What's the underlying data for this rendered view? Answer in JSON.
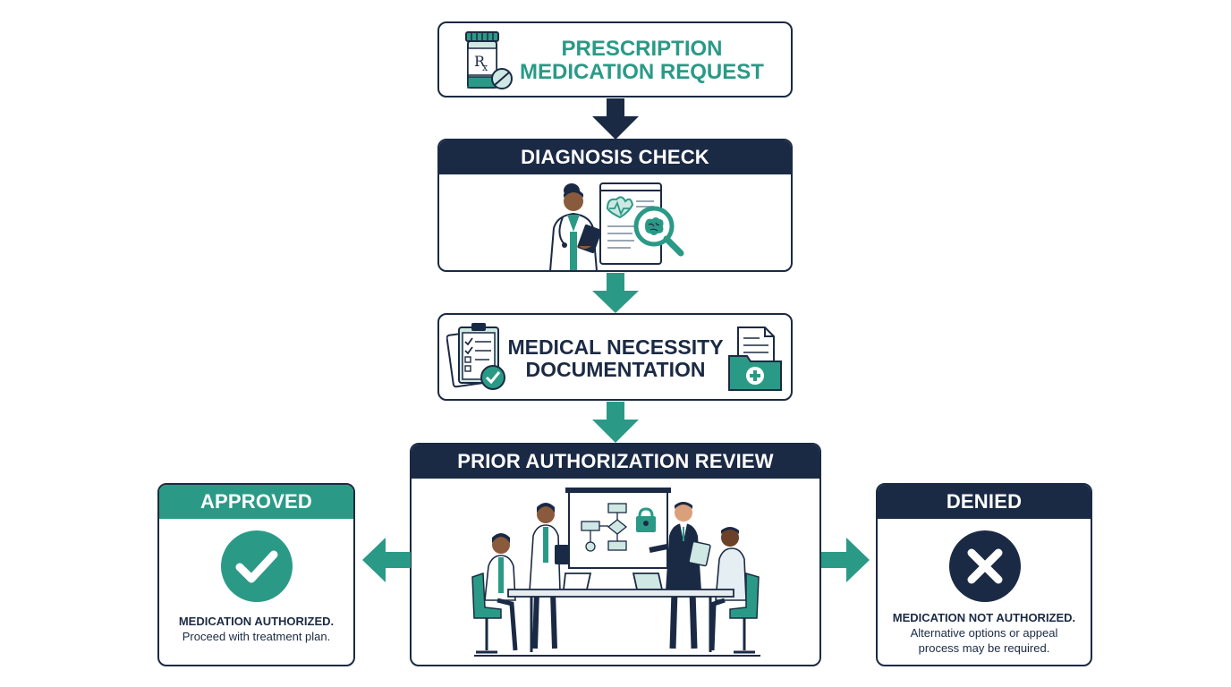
{
  "nodes": {
    "request": {
      "line1": "PRESCRIPTION",
      "line2": "MEDICATION REQUEST"
    },
    "diagnosis": {
      "title": "DIAGNOSIS CHECK"
    },
    "necessity": {
      "line1": "MEDICAL NECESSITY",
      "line2": "DOCUMENTATION"
    },
    "review": {
      "title": "PRIOR AUTHORIZATION REVIEW"
    },
    "approved": {
      "title": "APPROVED",
      "bold": "MEDICATION AUTHORIZED.",
      "text": "Proceed with treatment plan."
    },
    "denied": {
      "title": "DENIED",
      "bold": "MEDICATION NOT AUTHORIZED.",
      "line1": "Alternative options or appeal",
      "line2": "process may be required."
    }
  },
  "icons": [
    "pill-bottle-icon",
    "doctor-tablet-icon",
    "medical-chart-magnifier-icon",
    "clipboard-checklist-icon",
    "medical-folder-icon",
    "meeting-team-icon",
    "checkmark-icon",
    "x-mark-icon",
    "down-arrow-icon",
    "left-arrow-icon",
    "right-arrow-icon"
  ],
  "colors": {
    "navy": "#1b2a44",
    "teal": "#2a9a86",
    "light_teal": "#cfe8e3"
  }
}
